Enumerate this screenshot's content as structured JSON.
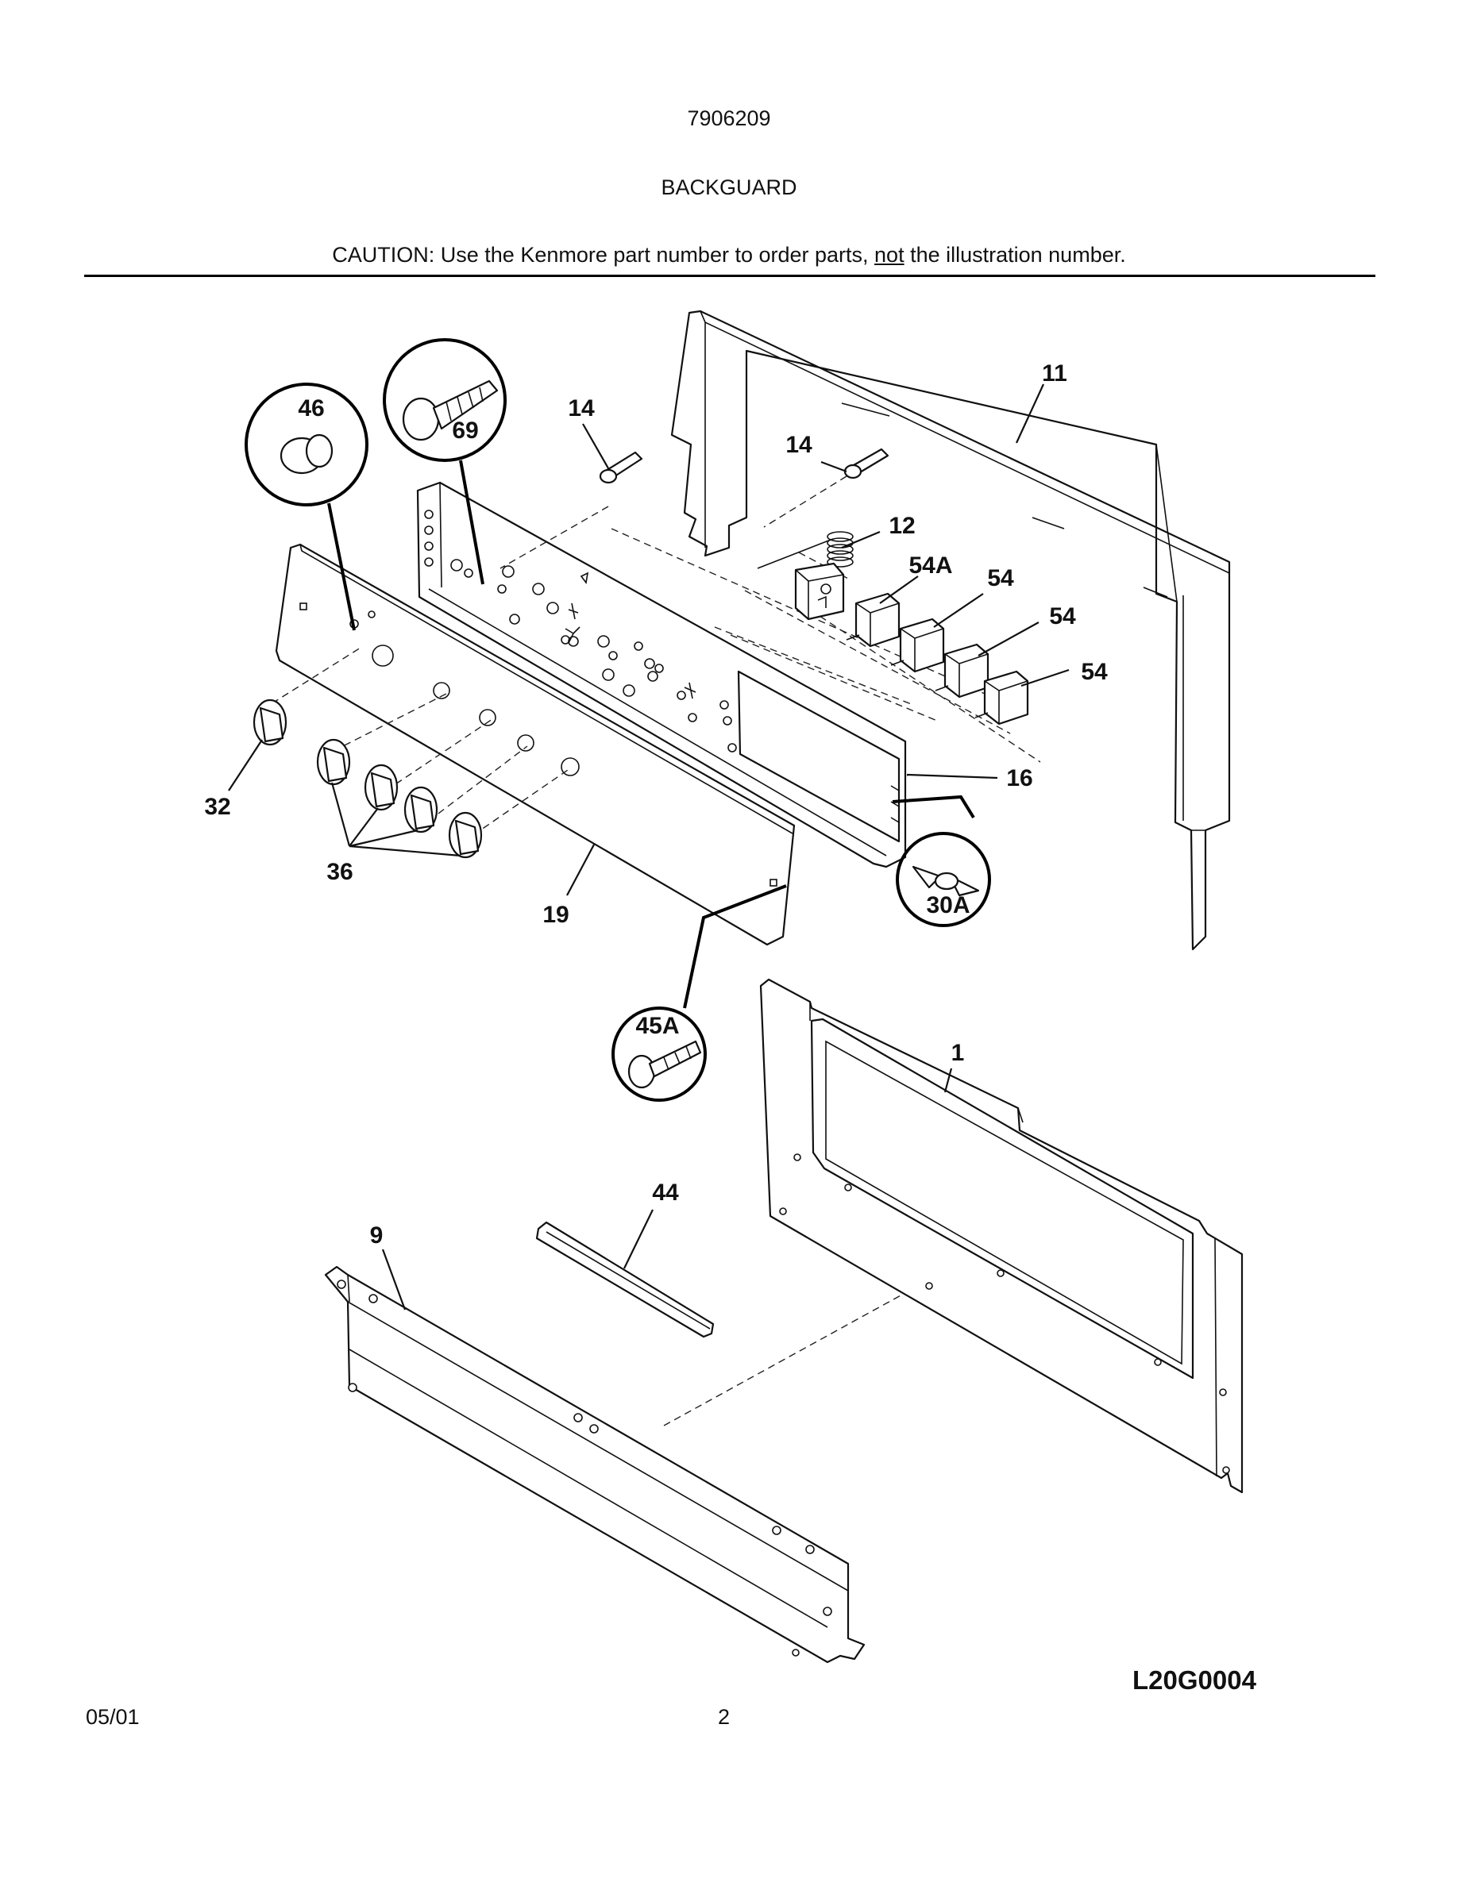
{
  "header": {
    "model_number": "7906209",
    "section_title": "BACKGUARD",
    "caution_prefix": "CAUTION: Use the Kenmore part number to order parts, ",
    "caution_emphasis": "not",
    "caution_suffix": " the illustration number."
  },
  "diagram": {
    "callouts": {
      "p46": "46",
      "p69": "69",
      "p14a": "14",
      "p14b": "14",
      "p11": "11",
      "p12": "12",
      "p54a": "54A",
      "p54_1": "54",
      "p54_2": "54",
      "p54_3": "54",
      "p16": "16",
      "p32": "32",
      "p36": "36",
      "p19": "19",
      "p30a": "30A",
      "p45a": "45A",
      "p1": "1",
      "p44": "44",
      "p9": "9"
    },
    "figure_code": "L20G0004"
  },
  "footer": {
    "date": "05/01",
    "page_number": "2"
  }
}
